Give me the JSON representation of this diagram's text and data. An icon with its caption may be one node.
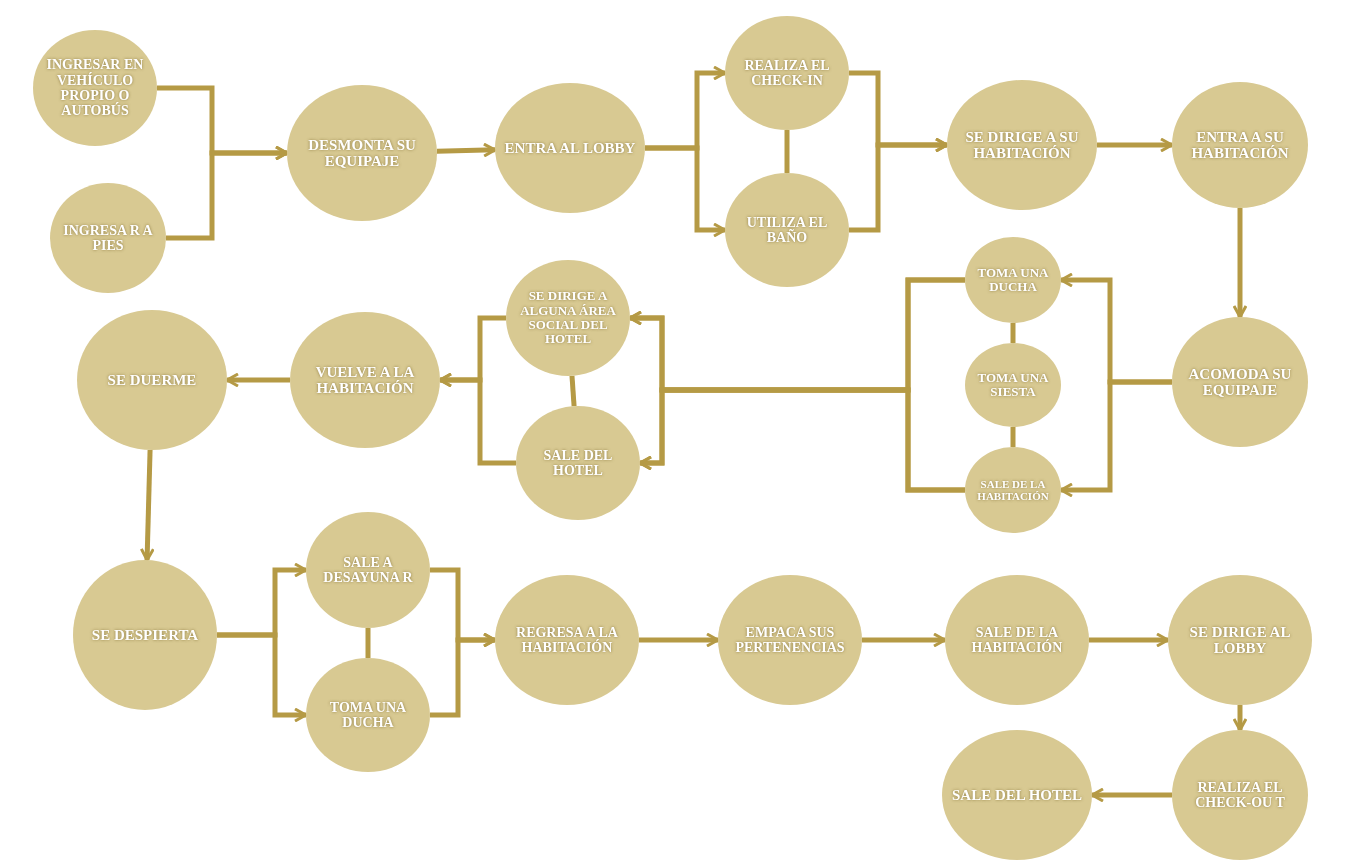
{
  "diagram": {
    "nodes": [
      {
        "text": [
          "INGRESAR EN VEHÍCULO PROPIO O AUTOBÚS"
        ]
      },
      {
        "text": [
          "INGRESA R A PIES"
        ]
      },
      {
        "text": [
          "DESMONTA SU EQUIPAJE"
        ]
      },
      {
        "text": [
          "ENTRA AL LOBBY"
        ]
      },
      {
        "text": [
          "REALIZA EL CHECK-IN"
        ]
      },
      {
        "text": [
          "UTILIZA EL BAÑO"
        ]
      },
      {
        "text": [
          "SE DIRIGE A SU HABITACIÓN"
        ]
      },
      {
        "text": [
          "ENTRA A SU HABITACIÓN"
        ]
      },
      {
        "text": [
          "ACOMODA SU EQUIPAJE"
        ]
      },
      {
        "text": [
          "TOMA UNA DUCHA"
        ]
      },
      {
        "text": [
          "TOMA UNA SIESTA"
        ]
      },
      {
        "text": [
          "SALE DE LA HABITACIÓN"
        ]
      },
      {
        "text": [
          "SE DIRIGE A ALGUNA ÁREA SOCIAL DEL HOTEL"
        ]
      },
      {
        "text": [
          "SALE DEL HOTEL"
        ]
      },
      {
        "text": [
          "VUELVE A LA HABITACIÓN"
        ]
      },
      {
        "text": [
          "SE DUERME"
        ]
      },
      {
        "text": [
          "SE DESPIERTA"
        ]
      },
      {
        "text": [
          "SALE A DESAYUNA R"
        ]
      },
      {
        "text": [
          "TOMA UNA DUCHA"
        ]
      },
      {
        "text": [
          "REGRESA A LA HABITACIÓN"
        ]
      },
      {
        "text": [
          "EMPACA SUS PERTENENCIAS"
        ]
      },
      {
        "text": [
          "SALE DE LA HABITACIÓN"
        ]
      },
      {
        "text": [
          "SE DIRIGE AL LOBBY"
        ]
      },
      {
        "text": [
          "REALIZA EL CHECK-OU T"
        ]
      },
      {
        "text": [
          "SALE DEL HOTEL"
        ]
      }
    ],
    "edges": [
      {
        "from": 0,
        "to": 2,
        "arrow": "to"
      },
      {
        "from": 1,
        "to": 2,
        "arrow": "to"
      },
      {
        "from": 2,
        "to": 3,
        "arrow": "to"
      },
      {
        "from": 3,
        "to": 4,
        "arrow": "to"
      },
      {
        "from": 3,
        "to": 5,
        "arrow": "to"
      },
      {
        "from": 4,
        "to": 5,
        "arrow": "none"
      },
      {
        "from": 4,
        "to": 6,
        "arrow": "to"
      },
      {
        "from": 5,
        "to": 6,
        "arrow": "to"
      },
      {
        "from": 6,
        "to": 7,
        "arrow": "to"
      },
      {
        "from": 7,
        "to": 8,
        "arrow": "to"
      },
      {
        "from": 8,
        "to": 9,
        "arrow": "to"
      },
      {
        "from": 8,
        "to": 11,
        "arrow": "to"
      },
      {
        "from": 9,
        "to": 10,
        "arrow": "none"
      },
      {
        "from": 10,
        "to": 11,
        "arrow": "none"
      },
      {
        "from": 9,
        "to": 12,
        "arrow": "to"
      },
      {
        "from": 9,
        "to": 13,
        "arrow": "to"
      },
      {
        "from": 11,
        "to": 12,
        "arrow": "to"
      },
      {
        "from": 11,
        "to": 13,
        "arrow": "to"
      },
      {
        "from": 12,
        "to": 13,
        "arrow": "none"
      },
      {
        "from": 12,
        "to": 14,
        "arrow": "to"
      },
      {
        "from": 13,
        "to": 14,
        "arrow": "to"
      },
      {
        "from": 14,
        "to": 15,
        "arrow": "to"
      },
      {
        "from": 15,
        "to": 16,
        "arrow": "to"
      },
      {
        "from": 16,
        "to": 17,
        "arrow": "to"
      },
      {
        "from": 16,
        "to": 18,
        "arrow": "to"
      },
      {
        "from": 17,
        "to": 18,
        "arrow": "none"
      },
      {
        "from": 17,
        "to": 19,
        "arrow": "to"
      },
      {
        "from": 18,
        "to": 19,
        "arrow": "to"
      },
      {
        "from": 19,
        "to": 20,
        "arrow": "to"
      },
      {
        "from": 20,
        "to": 21,
        "arrow": "to"
      },
      {
        "from": 21,
        "to": 22,
        "arrow": "to"
      },
      {
        "from": 22,
        "to": 23,
        "arrow": "to"
      },
      {
        "from": 23,
        "to": 24,
        "arrow": "to"
      }
    ]
  }
}
